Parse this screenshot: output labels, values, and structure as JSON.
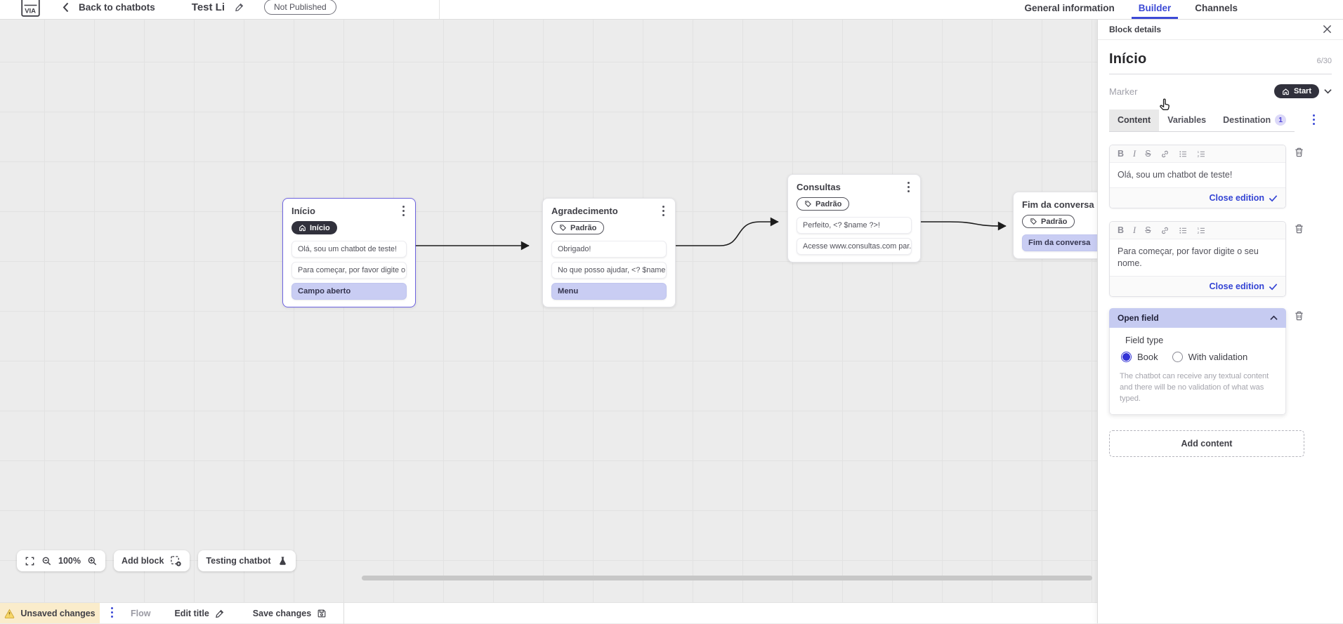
{
  "topbar": {
    "back_label": "Back to chatbots",
    "title": "Test Li",
    "status_badge": "Not Published",
    "tabs": [
      {
        "label": "General information",
        "active": false
      },
      {
        "label": "Builder",
        "active": true
      },
      {
        "label": "Channels",
        "active": false
      }
    ]
  },
  "canvas": {
    "blocks": [
      {
        "title": "Início",
        "selected": true,
        "marker": {
          "label": "Início",
          "style": "dark",
          "icon": "home-icon"
        },
        "items": [
          {
            "text": "Olá, sou um chatbot de teste!",
            "style": "message"
          },
          {
            "text": "Para começar, por favor digite o ...",
            "style": "message"
          },
          {
            "text": "Campo aberto",
            "style": "action"
          }
        ]
      },
      {
        "title": "Agradecimento",
        "selected": false,
        "marker": {
          "label": "Padrão",
          "style": "outline",
          "icon": "tag-icon"
        },
        "items": [
          {
            "text": "Obrigado!",
            "style": "message"
          },
          {
            "text": "No que posso ajudar, <? $name ...",
            "style": "message"
          },
          {
            "text": "Menu",
            "style": "action"
          }
        ]
      },
      {
        "title": "Consultas",
        "selected": false,
        "marker": {
          "label": "Padrão",
          "style": "outline",
          "icon": "tag-icon"
        },
        "items": [
          {
            "text": "Perfeito, <? $name ?>!",
            "style": "message"
          },
          {
            "text": "Acesse www.consultas.com par...",
            "style": "message"
          }
        ]
      },
      {
        "title": "Fim da conversa",
        "selected": false,
        "marker": {
          "label": "Padrão",
          "style": "outline",
          "icon": "tag-icon"
        },
        "items": [
          {
            "text": "Fim da conversa",
            "style": "action"
          }
        ]
      }
    ],
    "controls": {
      "zoom_level": "100%",
      "add_block_label": "Add block",
      "testing_label": "Testing chatbot"
    }
  },
  "panel": {
    "header": "Block details",
    "name_value": "Início",
    "name_counter": "6/30",
    "marker_label": "Marker",
    "marker_value": "Start",
    "tabs": [
      {
        "label": "Content",
        "active": true
      },
      {
        "label": "Variables",
        "active": false
      },
      {
        "label": "Destination",
        "active": false,
        "badge": "1"
      }
    ],
    "editors": [
      {
        "text": "Olá, sou um chatbot de teste!",
        "close_label": "Close edition"
      },
      {
        "text": "Para começar, por favor digite o seu nome.",
        "close_label": "Close edition"
      }
    ],
    "open_field": {
      "header": "Open field",
      "field_type_label": "Field type",
      "options": [
        {
          "label": "Book",
          "selected": true
        },
        {
          "label": "With validation",
          "selected": false
        }
      ],
      "helper": "The chatbot can receive any textual content and there will be no validation of what was typed."
    },
    "add_content_label": "Add content"
  },
  "statusbar": {
    "unsaved": "Unsaved changes",
    "flow": "Flow",
    "edit_title": "Edit title",
    "save": "Save changes"
  },
  "colors": {
    "accent_blue": "#3c4ad6",
    "selected_border_purple": "#6d63e0",
    "action_card_purple": "#c9cdf3",
    "open_field_header": "#c6cbf1",
    "dark_pill": "#31313c",
    "unsaved_bg": "#faeccb",
    "canvas_bg": "#ececec"
  }
}
